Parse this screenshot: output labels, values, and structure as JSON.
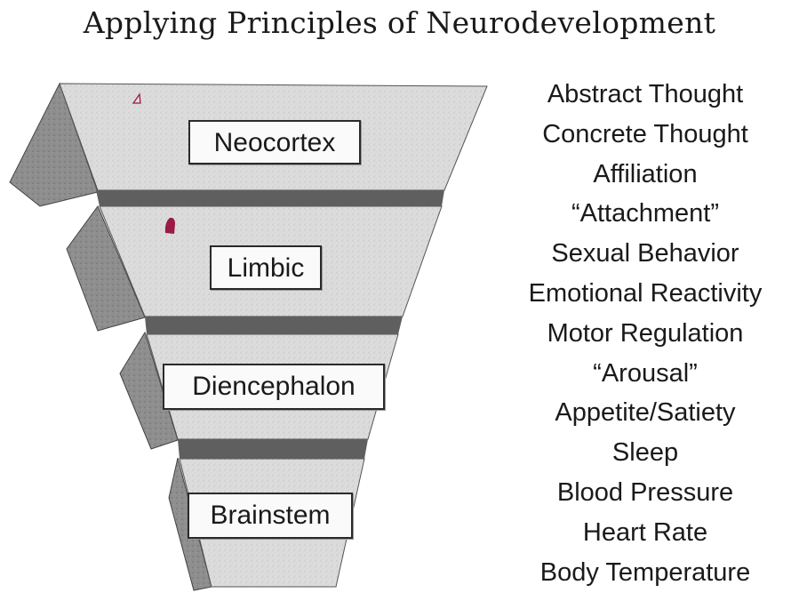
{
  "title": "Applying Principles of Neurodevelopment",
  "regions": [
    {
      "label": "Neocortex"
    },
    {
      "label": "Limbic"
    },
    {
      "label": "Diencephalon"
    },
    {
      "label": "Brainstem"
    }
  ],
  "functions": [
    "Abstract Thought",
    "Concrete Thought",
    "Affiliation",
    "“Attachment”",
    "Sexual Behavior",
    "Emotional Reactivity",
    "Motor Regulation",
    "“Arousal”",
    "Appetite/Satiety",
    "Sleep",
    "Blood Pressure",
    "Heart Rate",
    "Body Temperature"
  ],
  "colors": {
    "top_face": "#d9d9d9",
    "side_face": "#8c8c8c",
    "divider": "#5a5a5a",
    "marker": "#9b1b45"
  }
}
